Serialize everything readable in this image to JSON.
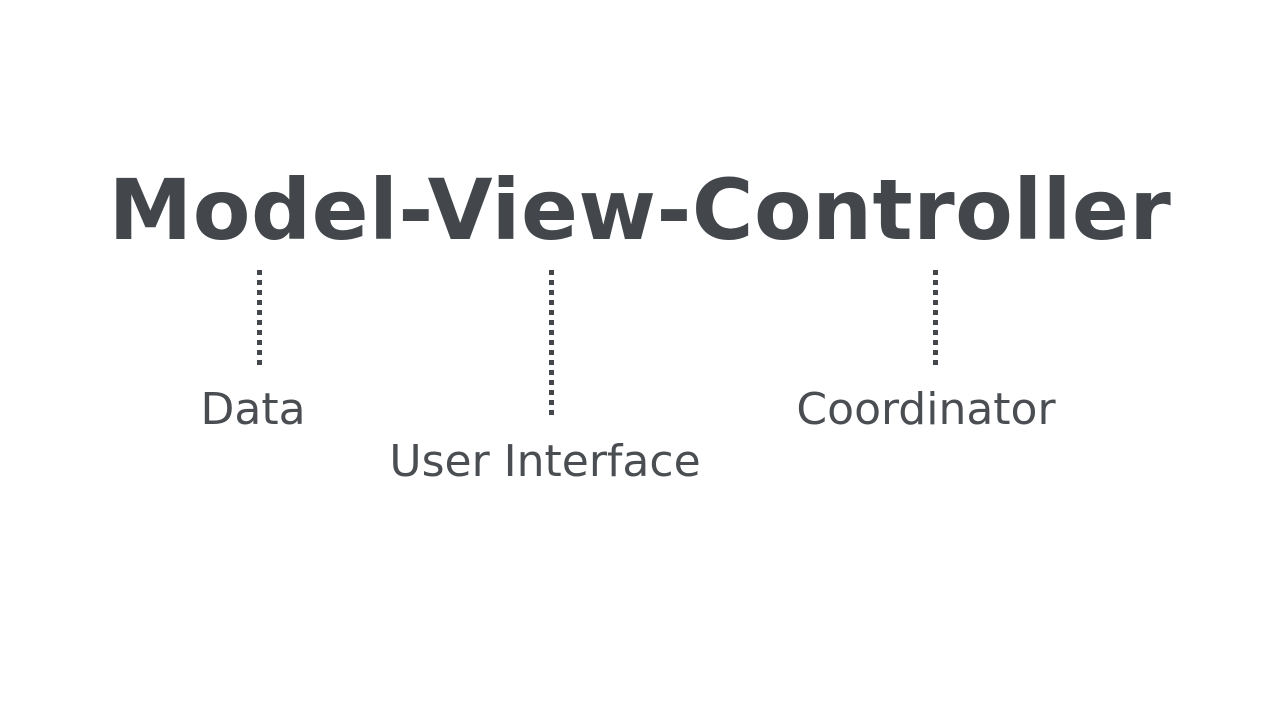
{
  "slide": {
    "background_color": "#ffffff",
    "title": {
      "text": "Model-View-Controller",
      "color": "#43474b"
    },
    "connectors": [
      {
        "name": "model-connector",
        "style": "dotted-vertical",
        "color": "#43474b"
      },
      {
        "name": "view-connector",
        "style": "dotted-vertical",
        "color": "#43474b"
      },
      {
        "name": "controller-connector",
        "style": "dotted-vertical",
        "color": "#43474b"
      }
    ],
    "parts": [
      {
        "term": "Model",
        "label": "Data",
        "color": "#4a4e52"
      },
      {
        "term": "View",
        "label": "User Interface",
        "color": "#4a4e52"
      },
      {
        "term": "Controller",
        "label": "Coordinator",
        "color": "#4a4e52"
      }
    ]
  }
}
